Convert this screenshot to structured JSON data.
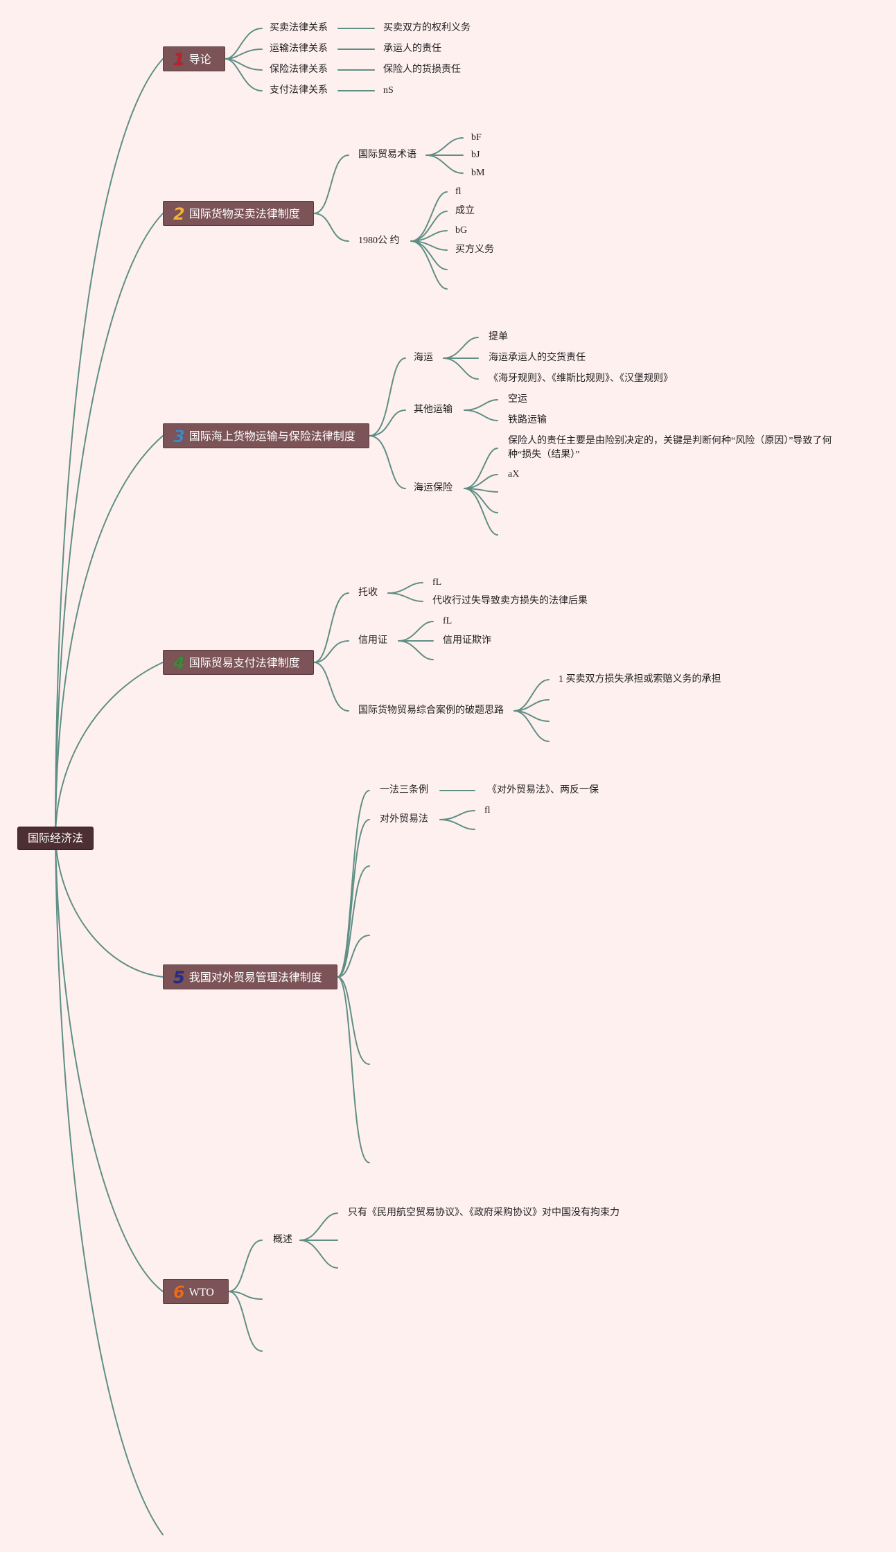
{
  "root": "国际经济法",
  "colors": {
    "background": "#FFF0F0",
    "node": "#7C5458",
    "root": "#4C2E33",
    "line": "#5E8F84"
  },
  "branches": [
    {
      "num": "1",
      "num_color": "#C0202A",
      "title": "导论",
      "children": [
        {
          "label": "买卖法律关系",
          "child": "买卖双方的权利义务"
        },
        {
          "label": "运输法律关系",
          "child": "承运人的责任"
        },
        {
          "label": "保险法律关系",
          "child": "保险人的货损责任"
        },
        {
          "label": "支付法律关系",
          "child": "nS"
        }
      ]
    },
    {
      "num": "2",
      "num_color": "#F2B23A",
      "title": "国际货物买卖法律制度",
      "children": [
        {
          "label": "国际贸易术语",
          "items": [
            "bF",
            "bJ",
            "bM"
          ]
        },
        {
          "label": "1980公 约",
          "items": [
            "fl",
            "成立",
            "bG",
            "买方义务"
          ]
        }
      ]
    },
    {
      "num": "3",
      "num_color": "#3F88C9",
      "title": "国际海上货物运输与保险法律制度",
      "children": [
        {
          "label": "海运",
          "items": [
            "提单",
            "海运承运人的交货责任",
            "《海牙规则》、《维斯比规则》、《汉堡规则》"
          ]
        },
        {
          "label": "其他运输",
          "items": [
            "空运",
            "铁路运输"
          ]
        },
        {
          "label": "海运保险",
          "items": [
            "保险人的责任主要是由险别决定的，关键是判断何种“风险（原因）”导致了何种“损失（结果）”",
            "aX"
          ]
        }
      ]
    },
    {
      "num": "4",
      "num_color": "#3B8C3A",
      "title": "国际贸易支付法律制度",
      "children": [
        {
          "label": "托收",
          "items": [
            "fL",
            "代收行过失导致卖方损失的法律后果"
          ]
        },
        {
          "label": "信用证",
          "items": [
            "fL",
            "信用证欺诈"
          ]
        },
        {
          "label": "国际货物贸易综合案例的破题思路",
          "items": [
            "1 买卖双方损失承担或索赔义务的承担"
          ]
        }
      ]
    },
    {
      "num": "5",
      "num_color": "#252D86",
      "title": "我国对外贸易管理法律制度",
      "children": [
        {
          "label": "一法三条例",
          "child": "《对外贸易法》、两反一保"
        },
        {
          "label": "对外贸易法",
          "items": [
            "fl"
          ]
        }
      ]
    },
    {
      "num": "6",
      "num_color": "#EC6A1E",
      "title": "WTO",
      "children": [
        {
          "label": "概述",
          "items": [
            "只有《民用航空贸易协议》、《政府采购协议》对中国没有拘束力"
          ]
        }
      ]
    }
  ]
}
